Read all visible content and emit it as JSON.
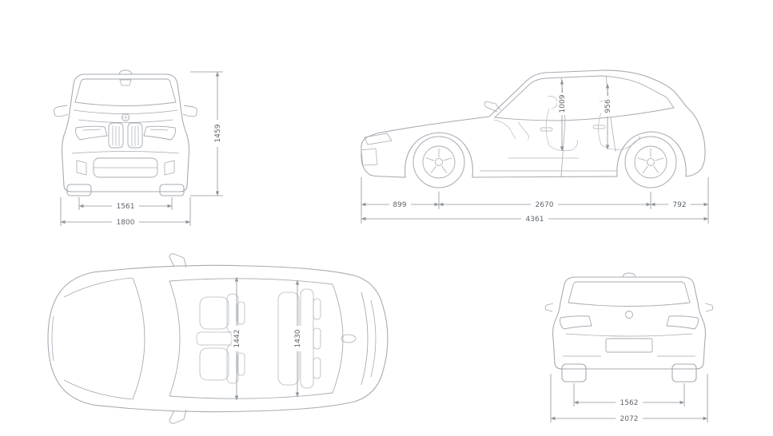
{
  "colors": {
    "car_line": "#a6abb2",
    "dimension_line": "#8d939a",
    "dimension_text": "#5f656c",
    "background": "#ffffff"
  },
  "dimensions": {
    "front": {
      "height": "1459",
      "track_width": "1561",
      "overall_width": "1800"
    },
    "side": {
      "front_interior_height": "1009",
      "rear_interior_height": "956",
      "front_overhang": "899",
      "wheelbase": "2670",
      "rear_overhang": "792",
      "overall_length": "4361"
    },
    "top": {
      "front_interior_width": "1442",
      "rear_interior_width": "1430"
    },
    "rear": {
      "track_width": "1562",
      "overall_width_with_mirrors": "2072"
    }
  }
}
